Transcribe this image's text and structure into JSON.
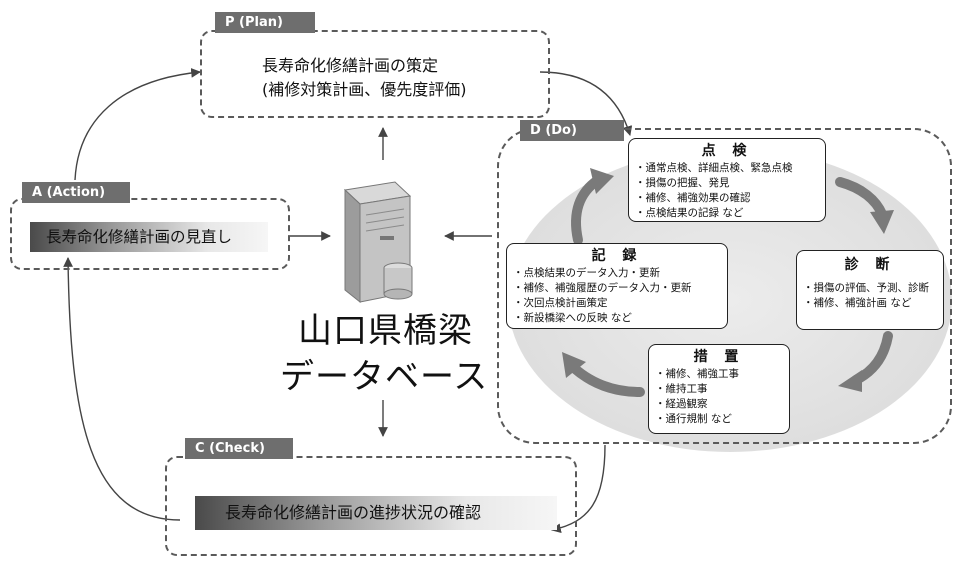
{
  "plan": {
    "tag": "P (Plan)",
    "line1": "長寿命化修繕計画の策定",
    "line2": "(補修対策計画、優先度評価)"
  },
  "action": {
    "tag": "A (Action)",
    "label": "長寿命化修繕計画の見直し"
  },
  "check": {
    "tag": "C (Check)",
    "label": "長寿命化修繕計画の進捗状況の確認"
  },
  "do": {
    "tag": "D (Do)",
    "inspection": {
      "title": "点 検",
      "lines": [
        "・通常点検、詳細点検、緊急点検",
        "・損傷の把握、発見",
        "・補修、補強効果の確認",
        "・点検結果の記録 など"
      ]
    },
    "diagnosis": {
      "title": "診 断",
      "lines": [
        "・損傷の評価、予測、診断",
        "・補修、補強計画 など"
      ]
    },
    "measures": {
      "title": "措 置",
      "lines": [
        "・補修、補強工事",
        "・維持工事",
        "・経過観察",
        "・通行規制 など"
      ]
    },
    "record": {
      "title": "記 録",
      "lines": [
        "・点検結果のデータ入力・更新",
        "・補修、補強履歴のデータ入力・更新",
        "・次回点検計画策定",
        "・新設橋梁への反映 など"
      ]
    }
  },
  "database": {
    "line1": "山口県橋梁",
    "line2": "データベース"
  },
  "colors": {
    "tag_bg": "#6e6e6e",
    "dashed_border": "#5a5a5a",
    "cycle_bg": "#e6e6e6",
    "cycle_arrow": "#7a7a7a"
  }
}
